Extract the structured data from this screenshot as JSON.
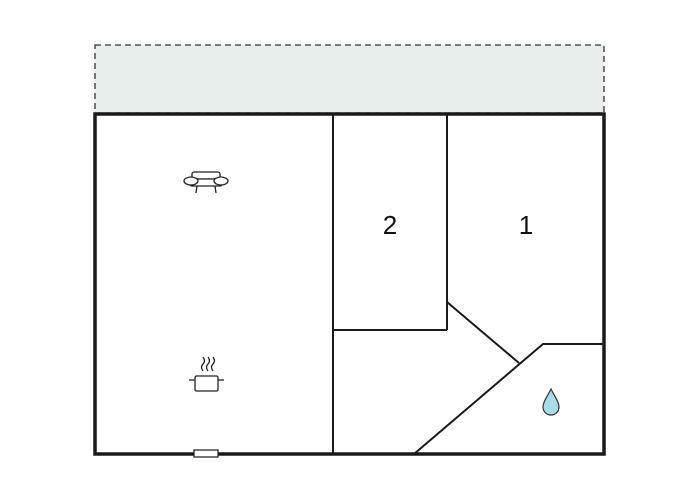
{
  "floor_plan": {
    "rooms": [
      {
        "id": "bedroom-2",
        "label": "2",
        "icon": null
      },
      {
        "id": "bedroom-1",
        "label": "1",
        "icon": null
      },
      {
        "id": "living-room",
        "label": "",
        "icon": "sofa-icon"
      },
      {
        "id": "kitchen",
        "label": "",
        "icon": "cooking-pot-icon"
      },
      {
        "id": "bathroom",
        "label": "",
        "icon": "water-drop-icon"
      }
    ],
    "terrace": {
      "style": "dashed",
      "fill": "#e8eeec"
    },
    "colors": {
      "wall": "#1a1a1a",
      "terrace_fill": "#e8eeec",
      "water_drop": "#a9dbe9"
    }
  }
}
